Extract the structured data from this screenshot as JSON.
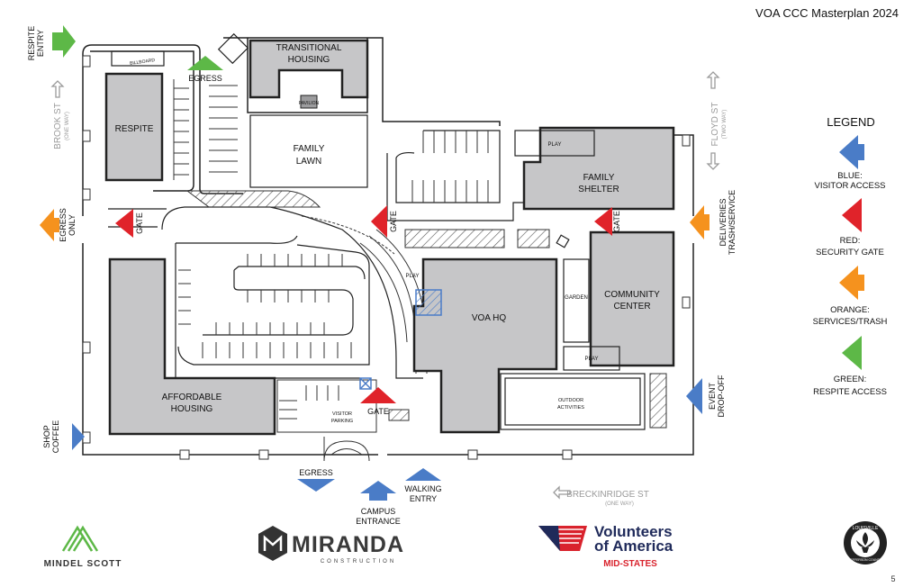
{
  "title": "VOA CCC Masterplan 2024",
  "page_number": "5",
  "buildings": {
    "respite": "RESPITE",
    "transitional_housing": [
      "TRANSITIONAL",
      "HOUSING"
    ],
    "pavilion": "PAVILION",
    "family_lawn": [
      "FAMILY",
      "LAWN"
    ],
    "family_shelter": [
      "FAMILY",
      "SHELTER"
    ],
    "community_center": [
      "COMMUNITY",
      "CENTER"
    ],
    "voa_hq": "VOA HQ",
    "affordable_housing": [
      "AFFORDABLE",
      "HOUSING"
    ],
    "garden": "GARDEN",
    "play_top": "PLAY",
    "play_left": "PLAY",
    "play_lower": "PLAY",
    "outdoor_activities": [
      "OUTDOOR",
      "ACTIVITIES"
    ],
    "visitor_parking": [
      "VISITOR",
      "PARKING"
    ],
    "billboard": "BILLBOARD"
  },
  "streets": {
    "brook": "BROOK ST",
    "brook_sub": "(ONE WAY)",
    "floyd": "FLOYD ST",
    "floyd_sub": "(TWO WAY)",
    "breckinridge": "BRECKINRIDGE ST",
    "breckinridge_sub": "(ONE WAY)"
  },
  "access_labels": {
    "respite_entry": [
      "RESPITE",
      "ENTRY"
    ],
    "egress_top": "EGRESS",
    "egress_only": [
      "EGRESS",
      "ONLY"
    ],
    "gate_left": "GATE",
    "gate_center": "GATE",
    "gate_right": "GATE",
    "gate_bottom": "GATE",
    "deliveries": [
      "DELIVERIES",
      "TRASH/SERVICE"
    ],
    "event_dropoff": [
      "EVENT",
      "DROP-OFF"
    ],
    "shop_coffee": [
      "SHOP",
      "COFFEE"
    ],
    "egress_bottom": "EGRESS",
    "campus_entrance": [
      "CAMPUS",
      "ENTRANCE"
    ],
    "walking_entry": [
      "WALKING",
      "ENTRY"
    ]
  },
  "legend": {
    "title": "LEGEND",
    "items": [
      {
        "label": [
          "BLUE:",
          "VISITOR ACCESS"
        ],
        "color": "#4a7cc7"
      },
      {
        "label": [
          "RED:",
          "SECURITY GATE"
        ],
        "color": "#e0232a"
      },
      {
        "label": [
          "ORANGE:",
          "SERVICES/TRASH"
        ],
        "color": "#f5921e"
      },
      {
        "label": [
          "GREEN:",
          "RESPITE ACCESS"
        ],
        "color": "#5db847"
      }
    ]
  },
  "colors": {
    "building": "#c6c6c8",
    "blue": "#4a7cc7",
    "red": "#e0232a",
    "orange": "#f5921e",
    "green": "#5db847",
    "street": "#9a9a9a",
    "voa_red": "#d9232d",
    "voa_navy": "#1f2a5a",
    "mindel": "#5db847"
  },
  "logos": {
    "mindel": "MINDEL SCOTT",
    "miranda": "MIRANDA",
    "miranda_sub": "CONSTRUCTION",
    "voa_line1": "Volunteers",
    "voa_line2": "of America",
    "voa_region": "MID-STATES",
    "seal_top": "LOUISVILLE",
    "seal_bottom": "JEFFERSON COUNTY"
  }
}
